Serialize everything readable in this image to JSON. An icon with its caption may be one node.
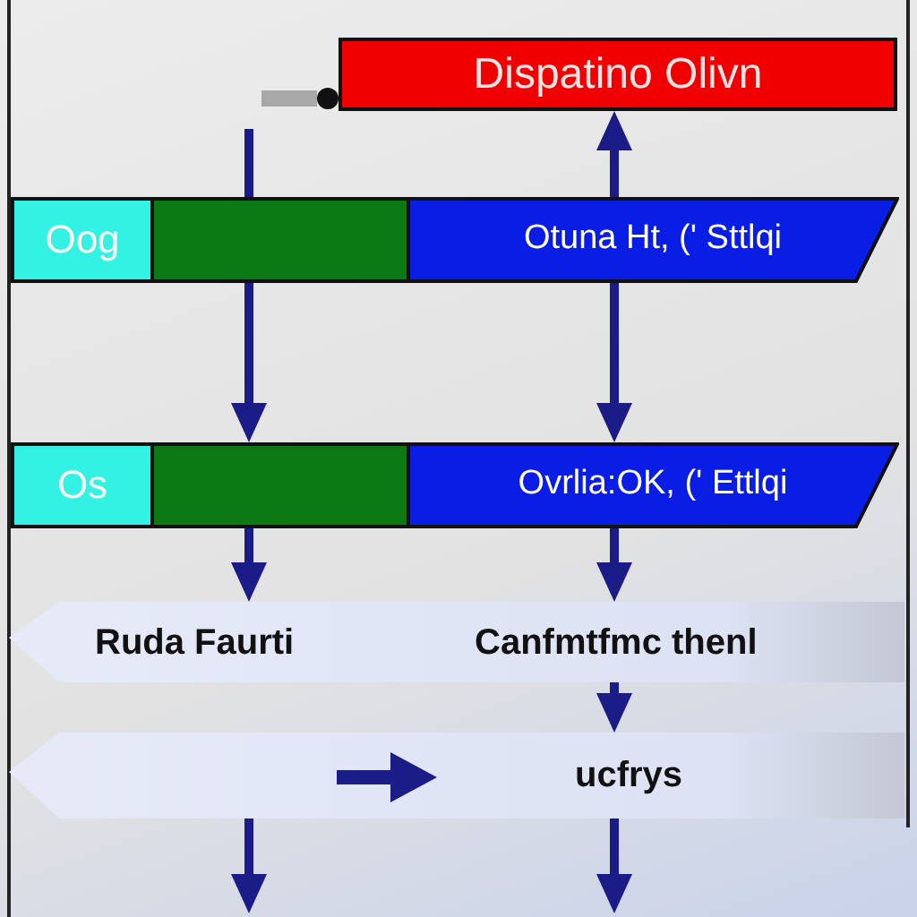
{
  "diagram": {
    "nodes": [
      {
        "text": [
          "Dispatino Olivn"
        ]
      },
      {
        "text": [
          "Oog"
        ]
      },
      {
        "text": [],
        "shape": "box"
      },
      {
        "text": [
          "Otuna Ht, (' Sttlqi"
        ]
      },
      {
        "text": [
          "Os"
        ]
      },
      {
        "text": [],
        "shape": "box"
      },
      {
        "text": [
          "Ovrlia:OK, (' Ettlqi"
        ]
      },
      {
        "text": [
          "Ruda Faurti",
          "Canfmtfmc thenl"
        ]
      },
      {
        "text": [
          "ucfrys"
        ]
      }
    ],
    "edges": [
      {
        "from": null,
        "to": 0,
        "arrow": "other",
        "style": "thick",
        "color": "#a8a8a8"
      },
      {
        "from": 3,
        "to": 0,
        "arrow": "to"
      },
      {
        "from": null,
        "to": 2,
        "arrow": "none"
      },
      {
        "from": 2,
        "to": 5,
        "arrow": "to"
      },
      {
        "from": 3,
        "to": 6,
        "arrow": "to"
      },
      {
        "from": 5,
        "to": 7,
        "arrow": "to"
      },
      {
        "from": 6,
        "to": 7,
        "arrow": "to"
      },
      {
        "from": 7,
        "to": 8,
        "arrow": "to"
      },
      {
        "from": 8,
        "to": null,
        "arrow": "to"
      },
      {
        "from": 8,
        "to": null,
        "arrow": "to"
      }
    ]
  }
}
